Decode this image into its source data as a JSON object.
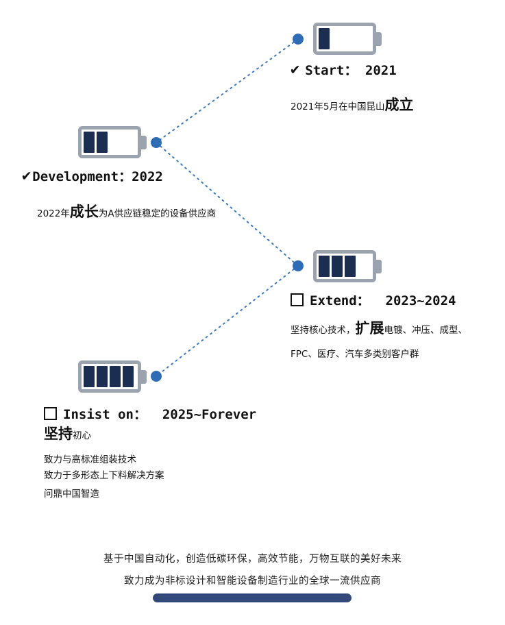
{
  "milestones": [
    {
      "marker": "check",
      "check_glyph": "✔",
      "title": "Start： 2021",
      "battery_level": 1,
      "desc_parts": [
        "2021年5月在中国昆山",
        "成立",
        ""
      ]
    },
    {
      "marker": "check",
      "check_glyph": "✔",
      "title": "Development：2022",
      "battery_level": 2,
      "desc_parts": [
        "2022年",
        "成长",
        "为A供应链稳定的设备供应商"
      ]
    },
    {
      "marker": "checkbox",
      "title": "Extend：  2023~2024",
      "battery_level": 3,
      "desc_parts": [
        "坚持核心技术，",
        "扩展",
        "电镀、冲压、成型、FPC、医疗、汽车多类别客户群"
      ]
    },
    {
      "marker": "checkbox",
      "title": "Insist on：  2025~Forever",
      "battery_level": 4,
      "subtitle_parts": [
        "坚持",
        "初心"
      ],
      "bullets": [
        "致力与高标准组装技术",
        "致力于多形态上下料解决方案",
        "问鼎中国智造"
      ]
    }
  ],
  "footer": {
    "line1": "基于中国自动化，创造低碳环保，高效节能，万物互联的美好未来",
    "line2": "致力成为非标设计和智能设备制造行业的全球一流供应商"
  },
  "colors": {
    "node_dot": "#2e6db6",
    "connector": "#3b77bc",
    "battery_border": "#9aa3ae",
    "battery_bar": "#1b2d50",
    "footer_pill": "#33497c"
  }
}
